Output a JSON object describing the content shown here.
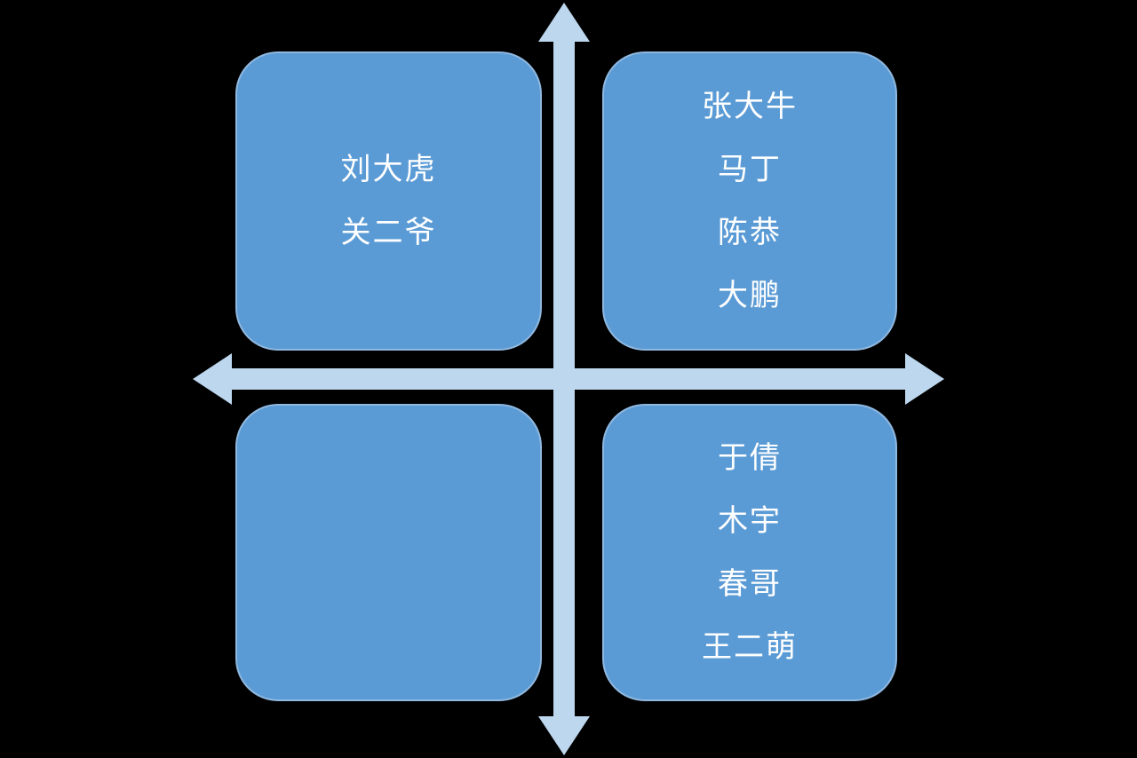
{
  "diagram": {
    "type": "quadrant-matrix",
    "quadrants": [
      {
        "position": "top-left",
        "names": [
          "刘大虎",
          "关二爷"
        ]
      },
      {
        "position": "top-right",
        "names": [
          "张大牛",
          "马丁",
          "陈恭",
          "大鹏"
        ]
      },
      {
        "position": "bottom-left",
        "names": []
      },
      {
        "position": "bottom-right",
        "names": [
          "于倩",
          "木宇",
          "春哥",
          "王二萌"
        ]
      }
    ],
    "colors": {
      "background": "#000000",
      "box_fill": "#5B9BD5",
      "box_border": "#8FB8E0",
      "arrow": "#BDD7EE",
      "text": "#FFFFFF"
    }
  }
}
